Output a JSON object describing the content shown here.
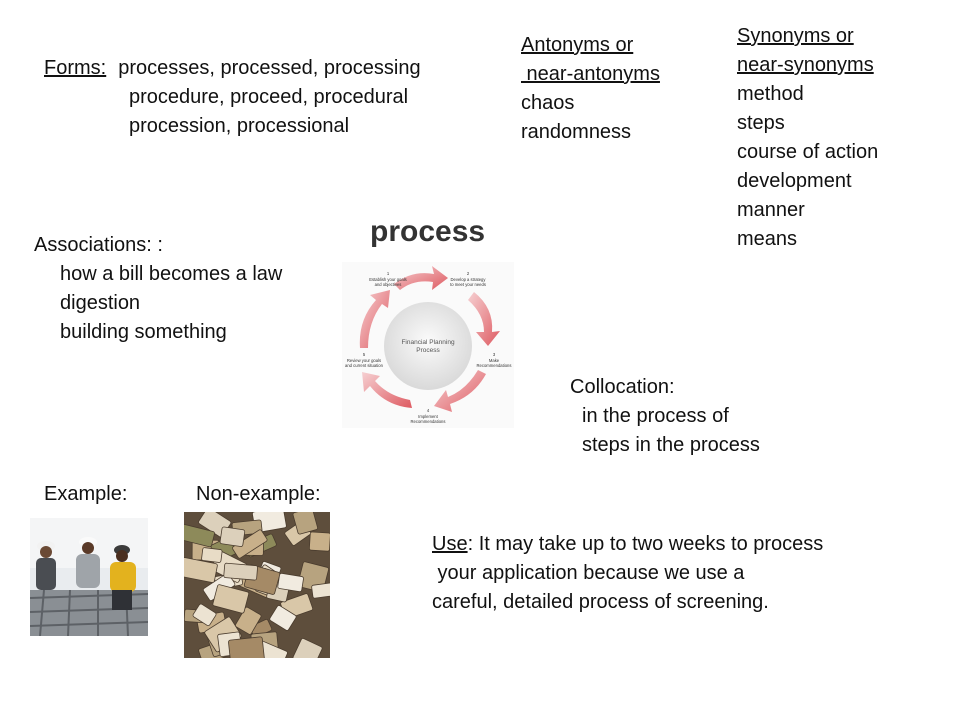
{
  "forms": {
    "term": "Forms:",
    "line1": "processes, processed, processing",
    "line2": "procedure, proceed, procedural",
    "line3": "procession, processional"
  },
  "antonyms": {
    "heading_line1": "Antonyms or",
    "heading_line2": " near-antonyms",
    "items": [
      "chaos",
      "randomness"
    ]
  },
  "synonyms": {
    "heading_line1": "Synonyms or",
    "heading_line2": "near-synonyms",
    "items": [
      "method",
      "steps",
      "course of action",
      "development",
      "manner",
      "means"
    ]
  },
  "word": "process",
  "associations": {
    "heading": "Associations: :",
    "items": [
      "how a bill becomes a law",
      "digestion",
      "building something"
    ]
  },
  "diagram": {
    "center_line1": "Financial Planning",
    "center_line2": "Process",
    "steps": [
      {
        "num": "1",
        "line1": "Establish your goals",
        "line2": "and objectives"
      },
      {
        "num": "2",
        "line1": "Develop a strategy",
        "line2": "to meet your needs"
      },
      {
        "num": "3",
        "line1": "Make",
        "line2": "Recommendations"
      },
      {
        "num": "4",
        "line1": "Implement",
        "line2": "Recommendations"
      },
      {
        "num": "5",
        "line1": "Review your goals",
        "line2": "and current situation"
      }
    ],
    "colors": {
      "arrow": "#e8747a",
      "arrow_light": "#f3c6c8",
      "center": "#e7e7e7"
    }
  },
  "collocation": {
    "heading": "Collocation:",
    "items": [
      "in the process of",
      "steps in the process"
    ]
  },
  "example_label": "Example:",
  "nonexample_label": "Non-example:",
  "use": {
    "term": "Use",
    "line1_rest": ": It may take up to two weeks to process",
    "line2": " your application because we use a",
    "line3": "careful, detailed process of screening."
  }
}
